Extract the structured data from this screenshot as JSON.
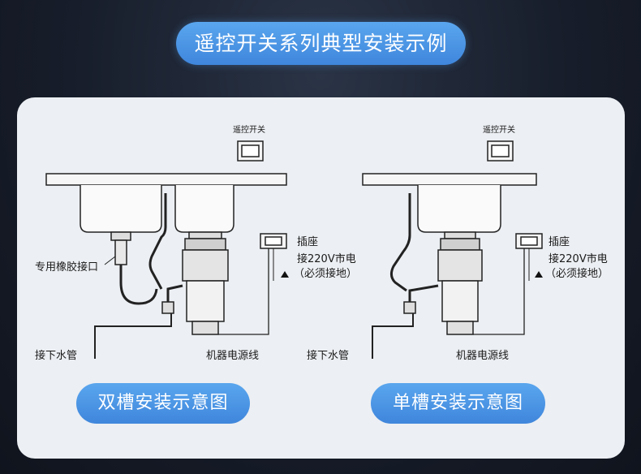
{
  "header": {
    "title": "遥控开关系列典型安装示例"
  },
  "diagrams": [
    {
      "remote_switch_label": "遥控开关",
      "socket_label": "插座",
      "power_line1": "接220V市电",
      "power_line2": "（必须接地）",
      "rubber_connector_label": "专用橡胶接口",
      "drain_label": "接下水管",
      "power_cord_label": "机器电源线",
      "caption": "双槽安装示意图"
    },
    {
      "remote_switch_label": "遥控开关",
      "socket_label": "插座",
      "power_line1": "接220V市电",
      "power_line2": "（必须接地）",
      "drain_label": "接下水管",
      "power_cord_label": "机器电源线",
      "caption": "单槽安装示意图"
    }
  ],
  "colors": {
    "accent": "#4a95e6",
    "panel": "#eceff3",
    "background": "#171d2a"
  }
}
